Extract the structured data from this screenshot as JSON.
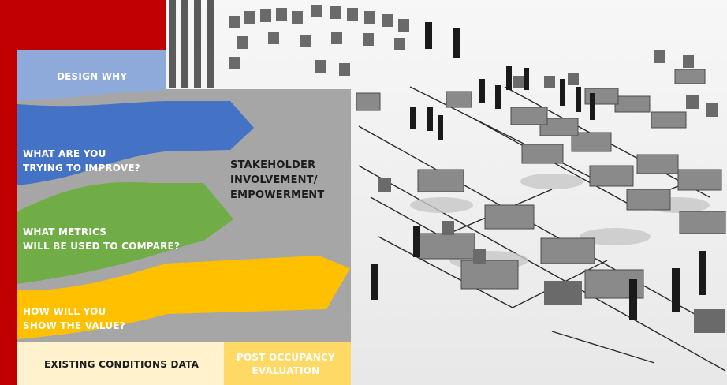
{
  "diagram": {
    "design_why": "DESIGN WHY",
    "improve": "WHAT ARE YOU\nTRYING TO IMPROVE?",
    "metrics": "WHAT METRICS\nWILL BE USED TO COMPARE?",
    "value": "HOW WILL YOU\nSHOW THE VALUE?",
    "stakeholder": "STAKEHOLDER\nINVOLVEMENT/\nEMPOWERMENT",
    "existing": "EXISTING CONDITIONS DATA",
    "post_occupancy": "POST OCCUPANCY\nEVALUATION"
  },
  "colors": {
    "red_frame": "#c00000",
    "light_blue": "#8eaadb",
    "blue": "#4472c4",
    "green": "#70ad47",
    "gold": "#ffc000",
    "gray": "#a6a6a6",
    "cream": "#fff2cc",
    "light_gold": "#ffd966"
  }
}
